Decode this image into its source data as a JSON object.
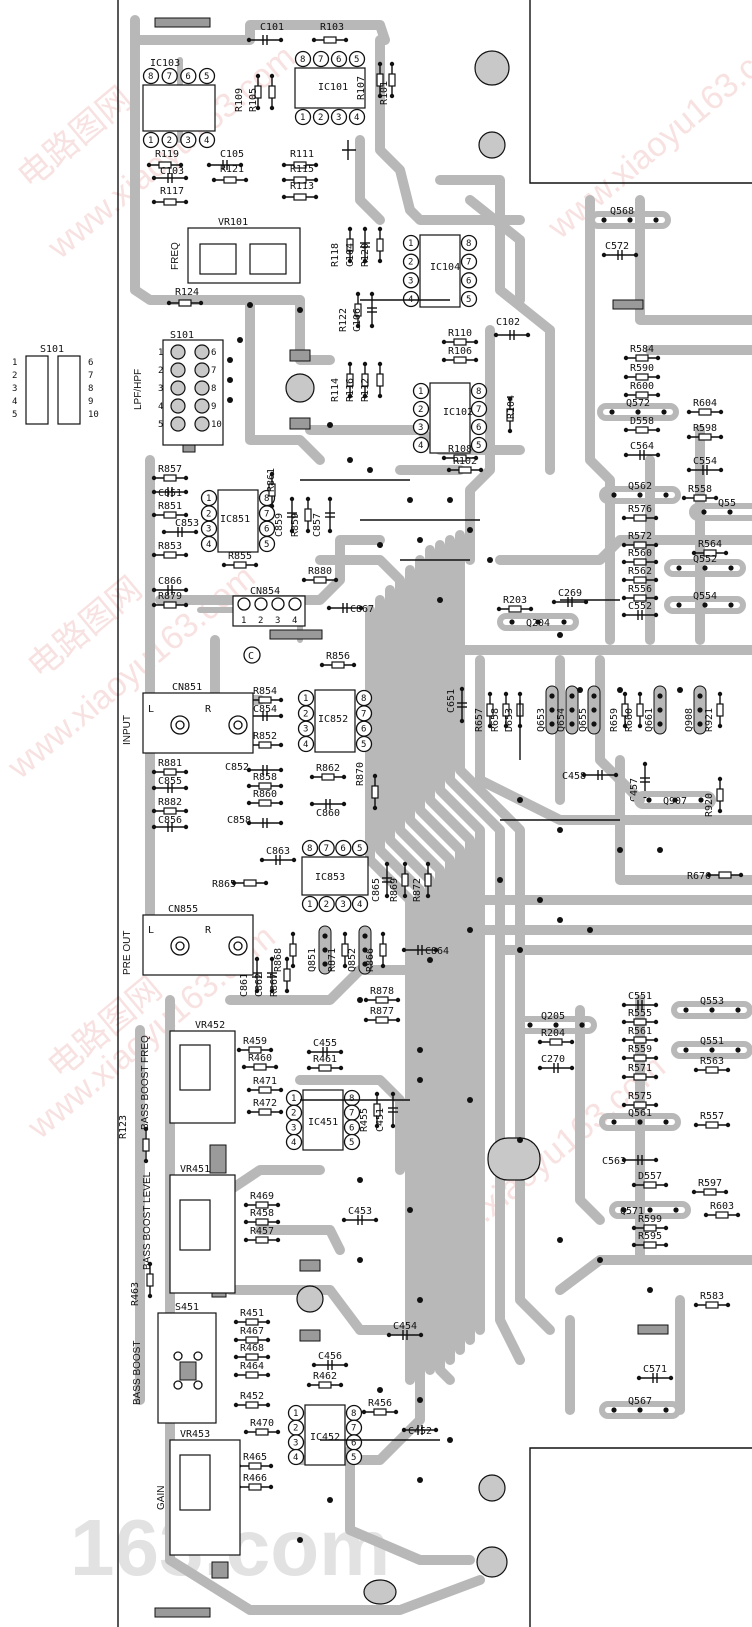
{
  "watermarks": [
    "www.xiaoyu163.com",
    "电路图网",
    "163.com"
  ],
  "switch_legend": {
    "title": "S101",
    "left_pins": [
      "1",
      "2",
      "3",
      "4",
      "5"
    ],
    "right_pins": [
      "6",
      "7",
      "8",
      "9",
      "10"
    ]
  },
  "side_labels": {
    "freq": "FREQ",
    "lpf_hpf": "LPF/HPF",
    "input": "INPUT",
    "input_l": "L",
    "input_r": "R",
    "pre_out": "PRE OUT",
    "pre_out_l": "L",
    "pre_out_r": "R",
    "bass_boost_freq": "BASS BOOST FREQ",
    "bass_boost_level": "BASS BOOST LEVEL",
    "bass_boost": "BASS BOOST",
    "gain": "GAIN"
  },
  "ics": {
    "ic103": {
      "name": "IC103",
      "top": [
        "8",
        "7",
        "6",
        "5"
      ],
      "bottom": [
        "1",
        "2",
        "3",
        "4"
      ]
    },
    "ic101": {
      "name": "IC101",
      "top": [
        "8",
        "7",
        "6",
        "5"
      ],
      "bottom": [
        "1",
        "2",
        "3",
        "4"
      ]
    },
    "ic104": {
      "name": "IC104",
      "left": [
        "1",
        "2",
        "3",
        "4"
      ],
      "right": [
        "8",
        "7",
        "6",
        "5"
      ]
    },
    "ic102": {
      "name": "IC102",
      "left": [
        "1",
        "2",
        "3",
        "4"
      ],
      "right": [
        "8",
        "7",
        "6",
        "5"
      ]
    },
    "ic851": {
      "name": "IC851",
      "left": [
        "1",
        "2",
        "3",
        "4"
      ],
      "right": [
        "8",
        "7",
        "6",
        "5"
      ]
    },
    "ic852": {
      "name": "IC852",
      "left": [
        "1",
        "2",
        "3",
        "4"
      ],
      "right": [
        "8",
        "7",
        "6",
        "5"
      ]
    },
    "ic853": {
      "name": "IC853",
      "top": [
        "8",
        "7",
        "6",
        "5"
      ],
      "bottom": [
        "1",
        "2",
        "3",
        "4"
      ]
    },
    "ic451": {
      "name": "IC451",
      "left": [
        "1",
        "2",
        "3",
        "4"
      ],
      "right": [
        "8",
        "7",
        "6",
        "5"
      ]
    },
    "ic452": {
      "name": "IC452",
      "left": [
        "1",
        "2",
        "3",
        "4"
      ],
      "right": [
        "8",
        "7",
        "6",
        "5"
      ]
    }
  },
  "s101_board": {
    "name": "S101",
    "left": [
      "1",
      "2",
      "3",
      "4",
      "5"
    ],
    "right": [
      "6",
      "7",
      "8",
      "9",
      "10"
    ]
  },
  "cn854": {
    "name": "CN854",
    "pins": [
      "1",
      "2",
      "3",
      "4"
    ],
    "marker": "C"
  },
  "connectors": {
    "cn851": "CN851",
    "cn855": "CN855"
  },
  "controls": {
    "vr101": "VR101",
    "vr452": "VR452",
    "vr451": "VR451",
    "vr453": "VR453",
    "s451": "S451"
  },
  "parts": [
    "C101",
    "R103",
    "R109",
    "R105",
    "R107",
    "R101",
    "C105",
    "R119",
    "C103",
    "R117",
    "R121",
    "R111",
    "R115",
    "R113",
    "R118",
    "C104",
    "R120",
    "C102",
    "R124",
    "R122",
    "C106",
    "R110",
    "R106",
    "R114",
    "R116",
    "R112",
    "R104",
    "R108",
    "R102",
    "R857",
    "C851",
    "R851",
    "C853",
    "R853",
    "R861",
    "C859",
    "R859",
    "C857",
    "R855",
    "R880",
    "C866",
    "R879",
    "C867",
    "R856",
    "R854",
    "C854",
    "R852",
    "C852",
    "R881",
    "C855",
    "R882",
    "C856",
    "R858",
    "R860",
    "C858",
    "R862",
    "C860",
    "R870",
    "C863",
    "R865",
    "C865",
    "R869",
    "R872",
    "R868",
    "C861",
    "C862",
    "R867",
    "Q851",
    "R871",
    "Q852",
    "R866",
    "C864",
    "R878",
    "R877",
    "R459",
    "R460",
    "C455",
    "R461",
    "R471",
    "R472",
    "R455",
    "C451",
    "R123",
    "R469",
    "R458",
    "R457",
    "C453",
    "R463",
    "R451",
    "R467",
    "R468",
    "R464",
    "C454",
    "C456",
    "R462",
    "R452",
    "R456",
    "C452",
    "R470",
    "R465",
    "R466",
    "Q568",
    "C572",
    "R584",
    "R590",
    "R600",
    "Q572",
    "D558",
    "C564",
    "R604",
    "R598",
    "C554",
    "Q562",
    "R558",
    "R576",
    "Q55",
    "R572",
    "R564",
    "R560",
    "Q552",
    "R562",
    "R556",
    "Q554",
    "C552",
    "R203",
    "C269",
    "Q204",
    "C651",
    "R657",
    "R658",
    "D653",
    "Q653",
    "Q654",
    "Q655",
    "R659",
    "R660",
    "Q661",
    "Q908",
    "R921",
    "C458",
    "C457",
    "Q907",
    "R920",
    "R676",
    "Q205",
    "R204",
    "C270",
    "C551",
    "R555",
    "R561",
    "R559",
    "R571",
    "R575",
    "Q561",
    "Q553",
    "Q551",
    "R563",
    "R557",
    "C563",
    "D557",
    "Q571",
    "R599",
    "R595",
    "R597",
    "R603",
    "R583",
    "C571",
    "Q567"
  ]
}
